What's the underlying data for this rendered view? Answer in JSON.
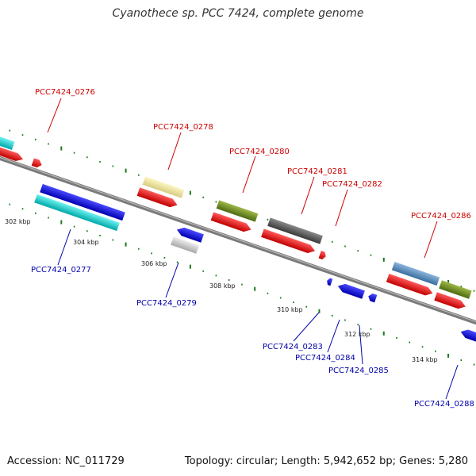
{
  "title": "Cyanothece sp. PCC 7424, complete genome",
  "footer": {
    "accession": "Accession: NC_011729",
    "summary": "Topology: circular; Length: 5,942,652 bp; Genes: 5,280"
  },
  "colors": {
    "backbone": "#808080",
    "tick": "#1a7a1a",
    "forward_label": "#cc0000",
    "reverse_label": "#0000aa"
  },
  "scale_labels": [
    "302 kbp",
    "304 kbp",
    "306 kbp",
    "308 kbp",
    "310 kbp",
    "312 kbp",
    "314 kbp"
  ],
  "genes": [
    {
      "id": "PCC7424_0276",
      "strand": "forward"
    },
    {
      "id": "PCC7424_0277",
      "strand": "reverse"
    },
    {
      "id": "PCC7424_0278",
      "strand": "forward"
    },
    {
      "id": "PCC7424_0279",
      "strand": "reverse"
    },
    {
      "id": "PCC7424_0280",
      "strand": "forward"
    },
    {
      "id": "PCC7424_0281",
      "strand": "forward"
    },
    {
      "id": "PCC7424_0282",
      "strand": "forward"
    },
    {
      "id": "PCC7424_0283",
      "strand": "reverse"
    },
    {
      "id": "PCC7424_0284",
      "strand": "reverse"
    },
    {
      "id": "PCC7424_0285",
      "strand": "reverse"
    },
    {
      "id": "PCC7424_0286",
      "strand": "forward"
    },
    {
      "id": "PCC7424_0288",
      "strand": "reverse"
    }
  ]
}
